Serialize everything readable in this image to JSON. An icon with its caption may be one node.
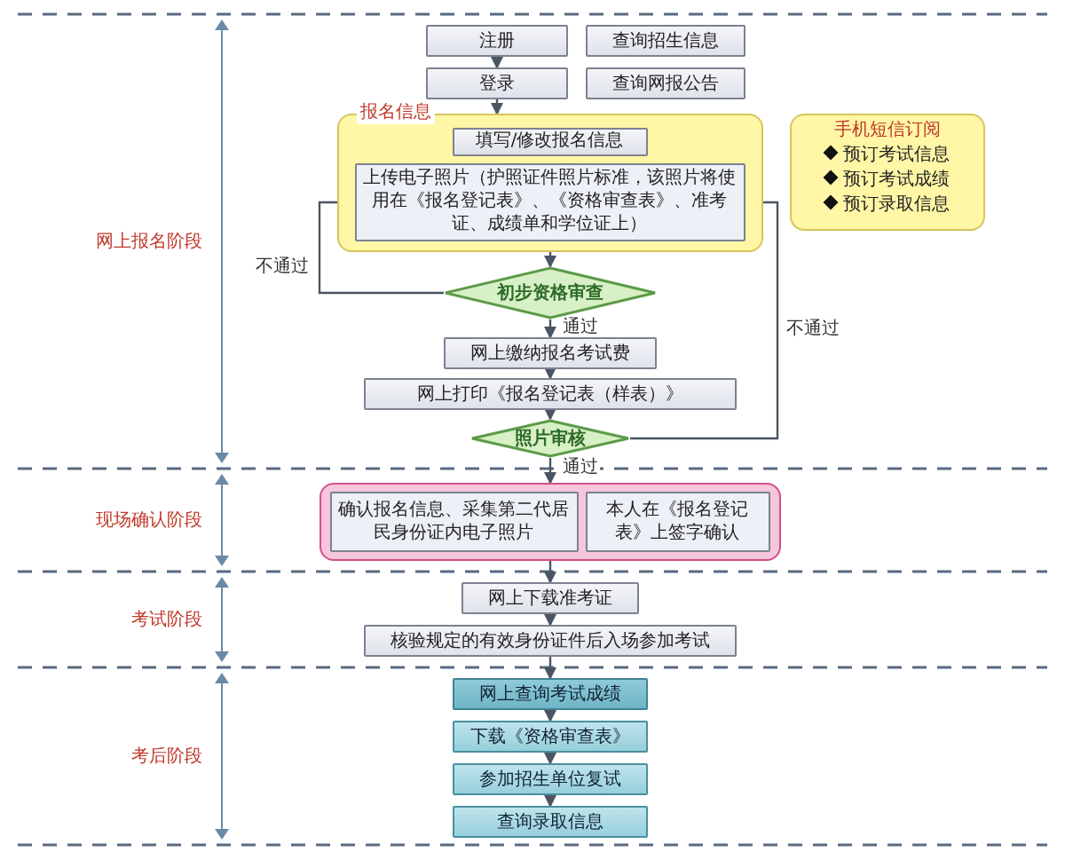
{
  "diagram": {
    "nodes": [
      {
        "text": [
          "注册"
        ]
      },
      {
        "text": [
          "查询招生信息"
        ]
      },
      {
        "text": [
          "登录"
        ]
      },
      {
        "text": [
          "查询网报公告"
        ]
      },
      {
        "text": [
          "报名信息"
        ]
      },
      {
        "text": [
          "填写/修改报名信息"
        ],
        "in": 4
      },
      {
        "text": [
          "上传电子照片（护照证件照片标准，该照片将使用在《报名登记表》、《资格审查表》、准考证、成绩单和学位证上）"
        ],
        "in": 4
      },
      {
        "text": [
          "手机短信订阅",
          "预订考试信息",
          "预订考试成绩",
          "预订录取信息"
        ]
      },
      {
        "text": [
          "初步资格审查"
        ]
      },
      {
        "text": [
          "网上缴纳报名考试费"
        ]
      },
      {
        "text": [
          "网上打印《报名登记表（样表）》"
        ]
      },
      {
        "text": [
          "照片审核"
        ]
      },
      {
        "text": [],
        "shape": "box"
      },
      {
        "text": [
          "确认报名信息、采集第二代居民身份证内电子照片"
        ],
        "in": 12
      },
      {
        "text": [
          "本人在《报名登记表》上签字确认"
        ],
        "in": 12
      },
      {
        "text": [
          "网上下载准考证"
        ]
      },
      {
        "text": [
          "核验规定的有效身份证件后入场参加考试"
        ]
      },
      {
        "text": [
          "网上查询考试成绩"
        ]
      },
      {
        "text": [
          "下载《资格审查表》"
        ]
      },
      {
        "text": [
          "参加招生单位复试"
        ]
      },
      {
        "text": [
          "查询录取信息"
        ]
      }
    ],
    "edges": [
      {
        "from": 0,
        "to": 2,
        "arrow": "to"
      },
      {
        "from": 2,
        "to": 4,
        "arrow": "to"
      },
      {
        "from": 4,
        "to": 8,
        "arrow": "to"
      },
      {
        "from": 8,
        "to": 9,
        "arrow": "to",
        "label": "通过"
      },
      {
        "from": 9,
        "to": 10,
        "arrow": "to"
      },
      {
        "from": 10,
        "to": 11,
        "arrow": "to"
      },
      {
        "from": 8,
        "to": 6,
        "arrow": "to",
        "label": "不通过"
      },
      {
        "from": 11,
        "to": 6,
        "arrow": "to",
        "label": "不通过"
      },
      {
        "from": 11,
        "to": 12,
        "arrow": "to",
        "label": "通过"
      },
      {
        "from": 12,
        "to": 15,
        "arrow": "to"
      },
      {
        "from": 15,
        "to": 16,
        "arrow": "to"
      },
      {
        "from": 16,
        "to": 17,
        "arrow": "to"
      },
      {
        "from": 17,
        "to": 18,
        "arrow": "to"
      },
      {
        "from": 18,
        "to": 19,
        "arrow": "to"
      },
      {
        "from": 19,
        "to": 20,
        "arrow": "to"
      }
    ],
    "labels": [
      "网上报名阶段",
      "现场确认阶段",
      "考试阶段",
      "考后阶段"
    ]
  }
}
